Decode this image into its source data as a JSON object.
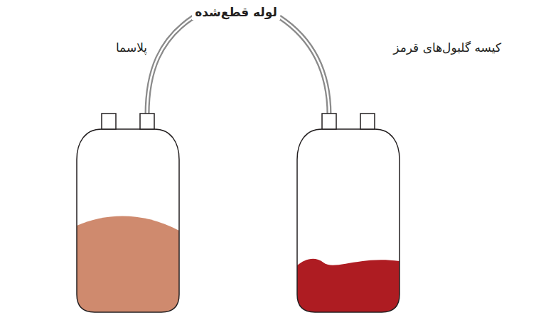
{
  "diagram": {
    "labels": [
      "لوله قطع‌شده",
      "پلاسما",
      "کیسه گلبول‌های قرمز"
    ]
  }
}
